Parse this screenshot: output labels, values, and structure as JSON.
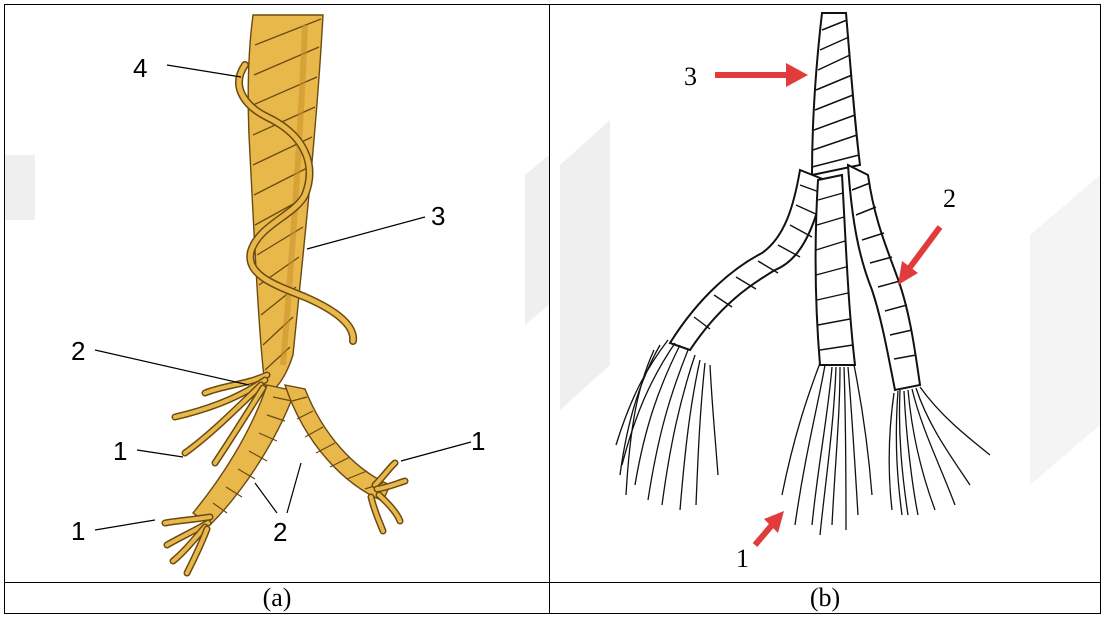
{
  "panels": [
    {
      "caption": "(a)",
      "labels": {
        "l4": "4",
        "l3": "3",
        "l2a": "2",
        "l1a": "1",
        "l1b": "1",
        "l1c": "1",
        "l2b": "2"
      }
    },
    {
      "caption": "(b)",
      "labels": {
        "l3": "3",
        "l2": "2",
        "l1": "1"
      }
    }
  ],
  "colors": {
    "rope": "#e8b84b",
    "rope_shade": "#c8922a",
    "rope_outline": "#6b4a12",
    "ink": "#111111",
    "arrow": "#e23b3b",
    "watermark": "#ededed"
  }
}
